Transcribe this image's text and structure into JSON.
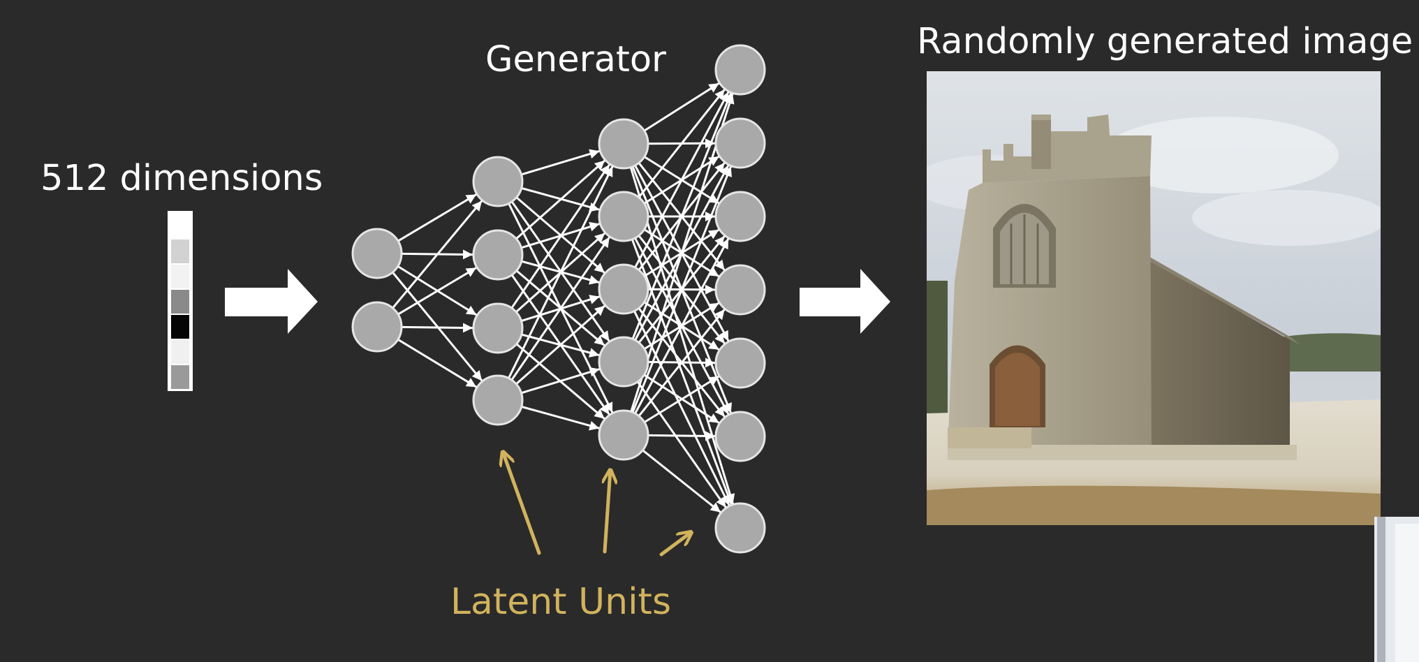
{
  "labels": {
    "input": "512 dimensions",
    "network": "Generator",
    "output": "Randomly generated image",
    "latent": "Latent Units"
  },
  "latent_vector": [
    "#ffffff",
    "#d2d2d2",
    "#f2f2f2",
    "#8a8a8a",
    "#050505",
    "#f0f0f0",
    "#9a9a9a"
  ],
  "network": {
    "layer_sizes": [
      2,
      4,
      5,
      7
    ],
    "node_fill": "#a9a9a9",
    "node_stroke": "#e6e6e6",
    "edge_color": "#ffffff"
  },
  "colors": {
    "background": "#2a2a2a",
    "text": "#ffffff",
    "accent": "#d1b35d"
  },
  "output_image_subject": "church-photo"
}
